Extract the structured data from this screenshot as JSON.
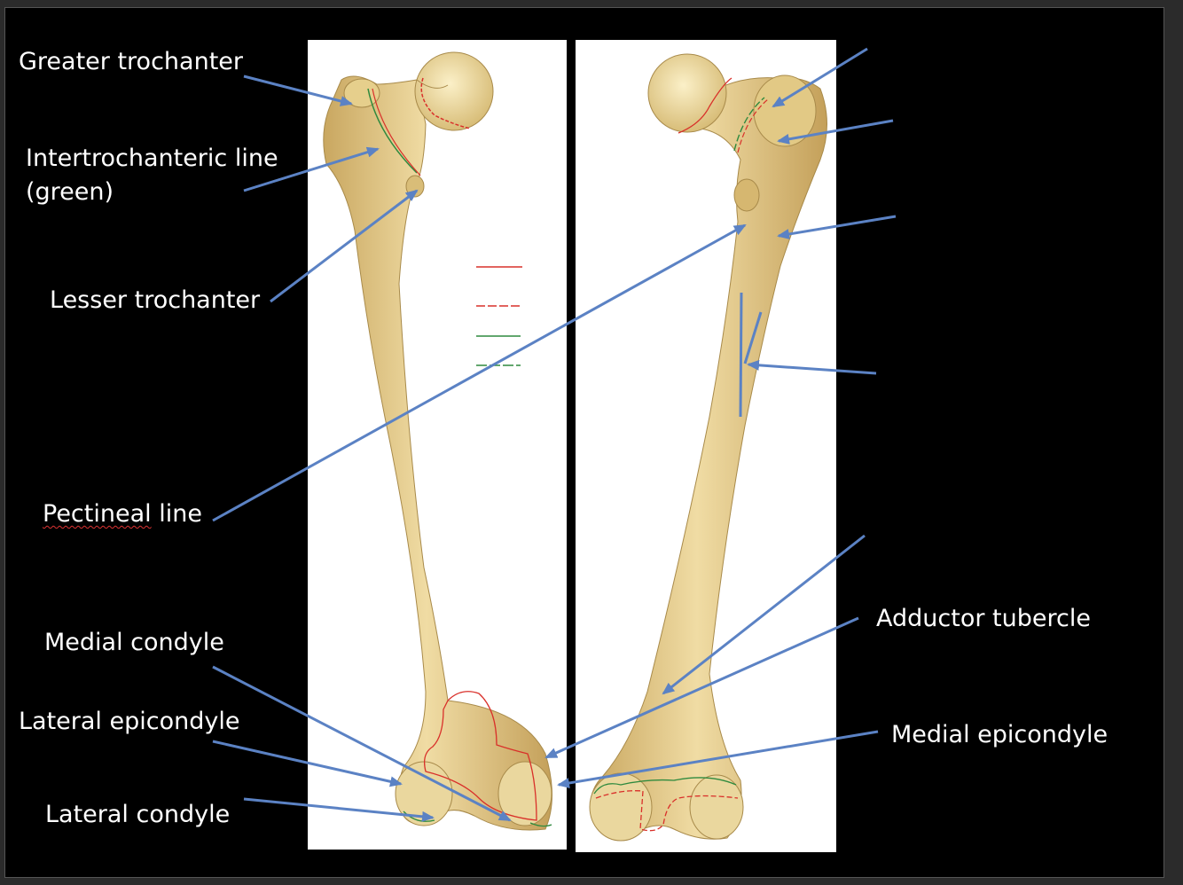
{
  "labels": {
    "greater_trochanter": "Greater trochanter",
    "intertrochanteric_line_1": "Intertrochanteric line",
    "intertrochanteric_line_2": "(green)",
    "lesser_trochanter": "Lesser trochanter",
    "pectineal_line": "Pectineal",
    "pectineal_line_rest": " line",
    "medial_condyle": "Medial condyle",
    "lateral_epicondyle": "Lateral epicondyle",
    "lateral_condyle": "Lateral condyle",
    "adductor_tubercle": "Adductor tubercle",
    "medial_epicondyle": "Medial epicondyle"
  },
  "colors": {
    "background": "#000000",
    "label_text": "#ffffff",
    "arrow": "#5b82c4",
    "bone": "#e8d394",
    "capsule_red": "#d9302a",
    "capsule_green": "#2f8a3e"
  }
}
